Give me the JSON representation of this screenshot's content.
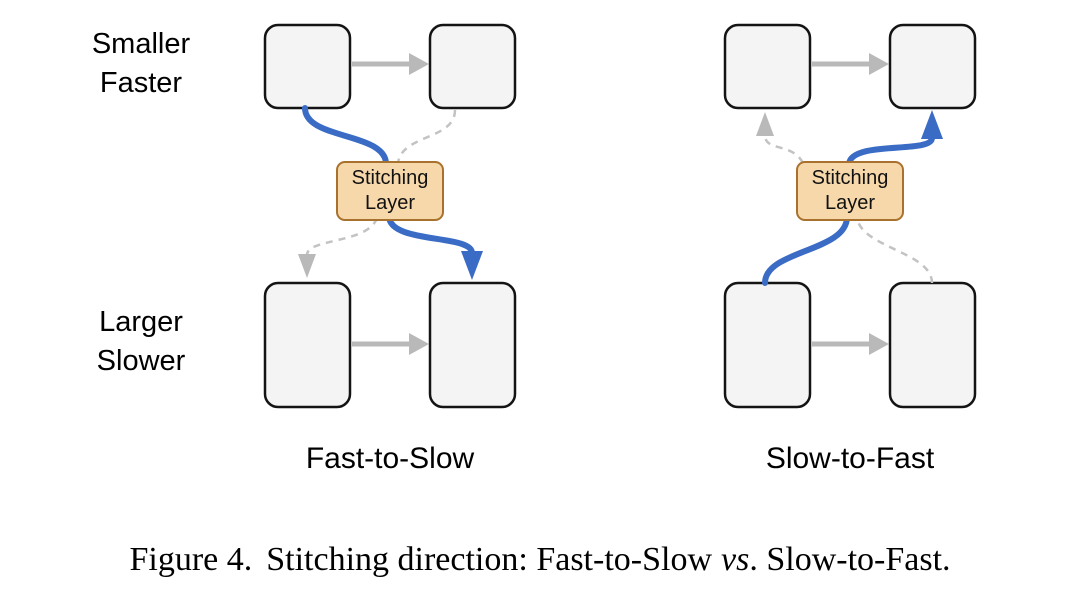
{
  "side_labels": {
    "top": [
      "Smaller",
      "Faster"
    ],
    "bottom": [
      "Larger",
      "Slower"
    ]
  },
  "diagrams": [
    {
      "caption": "Fast-to-Slow",
      "stitching_layer": [
        "Stitching",
        "Layer"
      ]
    },
    {
      "caption": "Slow-to-Fast",
      "stitching_layer": [
        "Stitching",
        "Layer"
      ]
    }
  ],
  "figure_caption": {
    "prefix": "Figure 4.",
    "before_vs": "Stitching direction: Fast-to-Slow",
    "vs": "vs",
    "after_vs": ". Slow-to-Fast."
  },
  "colors": {
    "active_arrow_blue": "#3a6cc6",
    "inactive_dashed_gray": "#c3c3c3",
    "sequence_arrow_gray": "#b9b9b9",
    "block_fill": "#f4f4f4",
    "block_border": "#141414",
    "stitching_fill": "#f6d8aa",
    "stitching_border": "#a9712e"
  }
}
